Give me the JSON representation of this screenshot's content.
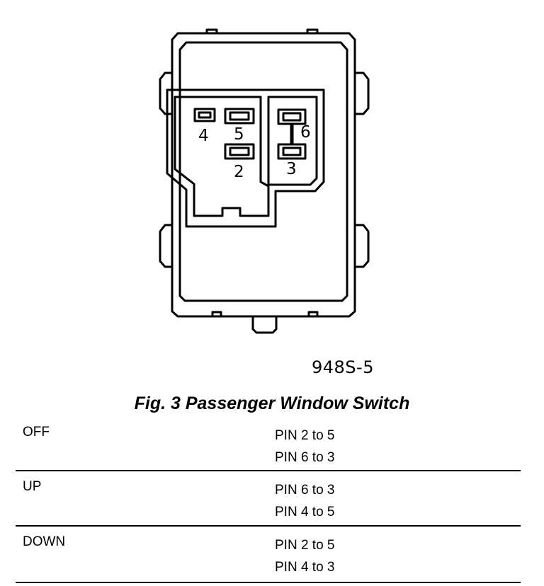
{
  "diagram": {
    "pin_labels": [
      "4",
      "5",
      "6",
      "2",
      "3"
    ],
    "reference_code": "948S-5"
  },
  "caption": "Fig. 3 Passenger Window Switch",
  "table": {
    "rows": [
      {
        "mode": "OFF",
        "pins": [
          "PIN 2 to 5",
          "PIN 6 to 3"
        ]
      },
      {
        "mode": "UP",
        "pins": [
          "PIN 6 to 3",
          "PIN 4 to 5"
        ]
      },
      {
        "mode": "DOWN",
        "pins": [
          "PIN 2 to 5",
          "PIN 4 to 3"
        ]
      }
    ]
  }
}
